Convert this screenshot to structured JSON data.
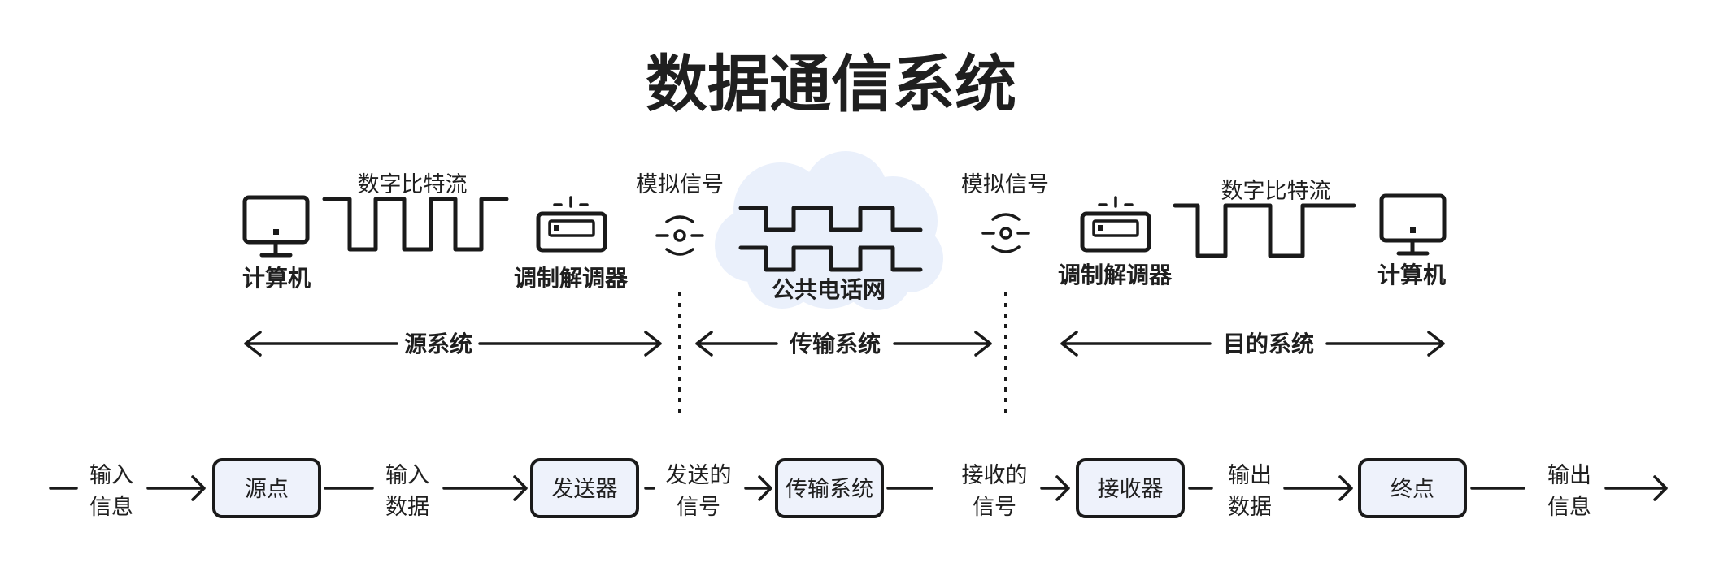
{
  "title": "数据通信系统",
  "top": {
    "source_computer": "计算机",
    "source_bitstream": "数字比特流",
    "source_modem": "调制解调器",
    "analog_left": "模拟信号",
    "network": "公共电话网",
    "analog_right": "模拟信号",
    "dest_modem": "调制解调器",
    "dest_bitstream": "数字比特流",
    "dest_computer": "计算机"
  },
  "systems": {
    "source": "源系统",
    "transmission": "传输系统",
    "destination": "目的系统"
  },
  "flow": {
    "nodes": [
      "源点",
      "发送器",
      "传输系统",
      "接收器",
      "终点"
    ],
    "labels": [
      [
        "输入",
        "信息"
      ],
      [
        "输入",
        "数据"
      ],
      [
        "发送的",
        "信号"
      ],
      [
        "接收的",
        "信号"
      ],
      [
        "输出",
        "数据"
      ],
      [
        "输出",
        "信息"
      ]
    ]
  },
  "colors": {
    "ink": "#1a1a1a",
    "box_fill": "#eef2fb",
    "cloud_fill": "#eaf0fb"
  },
  "icons": [
    "computer-icon",
    "square-wave-icon",
    "modem-icon",
    "signal-icon",
    "cloud-icon"
  ]
}
